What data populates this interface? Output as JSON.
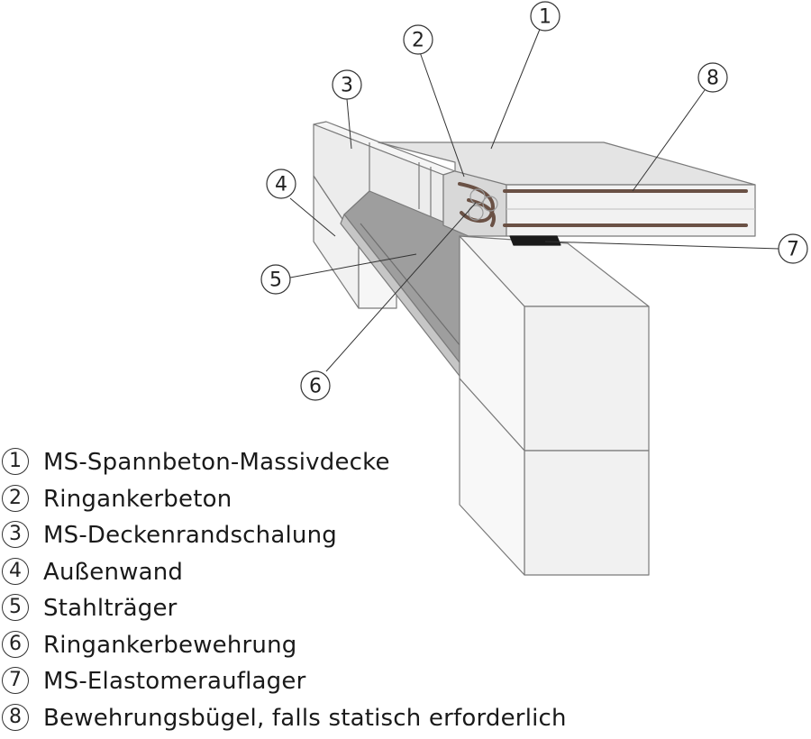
{
  "callouts": [
    {
      "num": "1",
      "text": "MS-Spannbeton-Massivdecke"
    },
    {
      "num": "2",
      "text": "Ringankerbeton"
    },
    {
      "num": "3",
      "text": "MS-Deckenrandschalung"
    },
    {
      "num": "4",
      "text": "Außenwand"
    },
    {
      "num": "5",
      "text": "Stahlträger"
    },
    {
      "num": "6",
      "text": "Ringankerbewehrung"
    },
    {
      "num": "7",
      "text": "MS-Elastomerauflager"
    },
    {
      "num": "8",
      "text": "Bewehrungsbügel, falls statisch erforderlich"
    }
  ],
  "colors": {
    "block_face": "#f1f1f1",
    "block_edge": "#7a7a7a",
    "slab_top": "#e4e4e4",
    "steel_beam": "#a9a9a9",
    "rebar": "#6a5145",
    "bearing": "#1a1a1a"
  }
}
